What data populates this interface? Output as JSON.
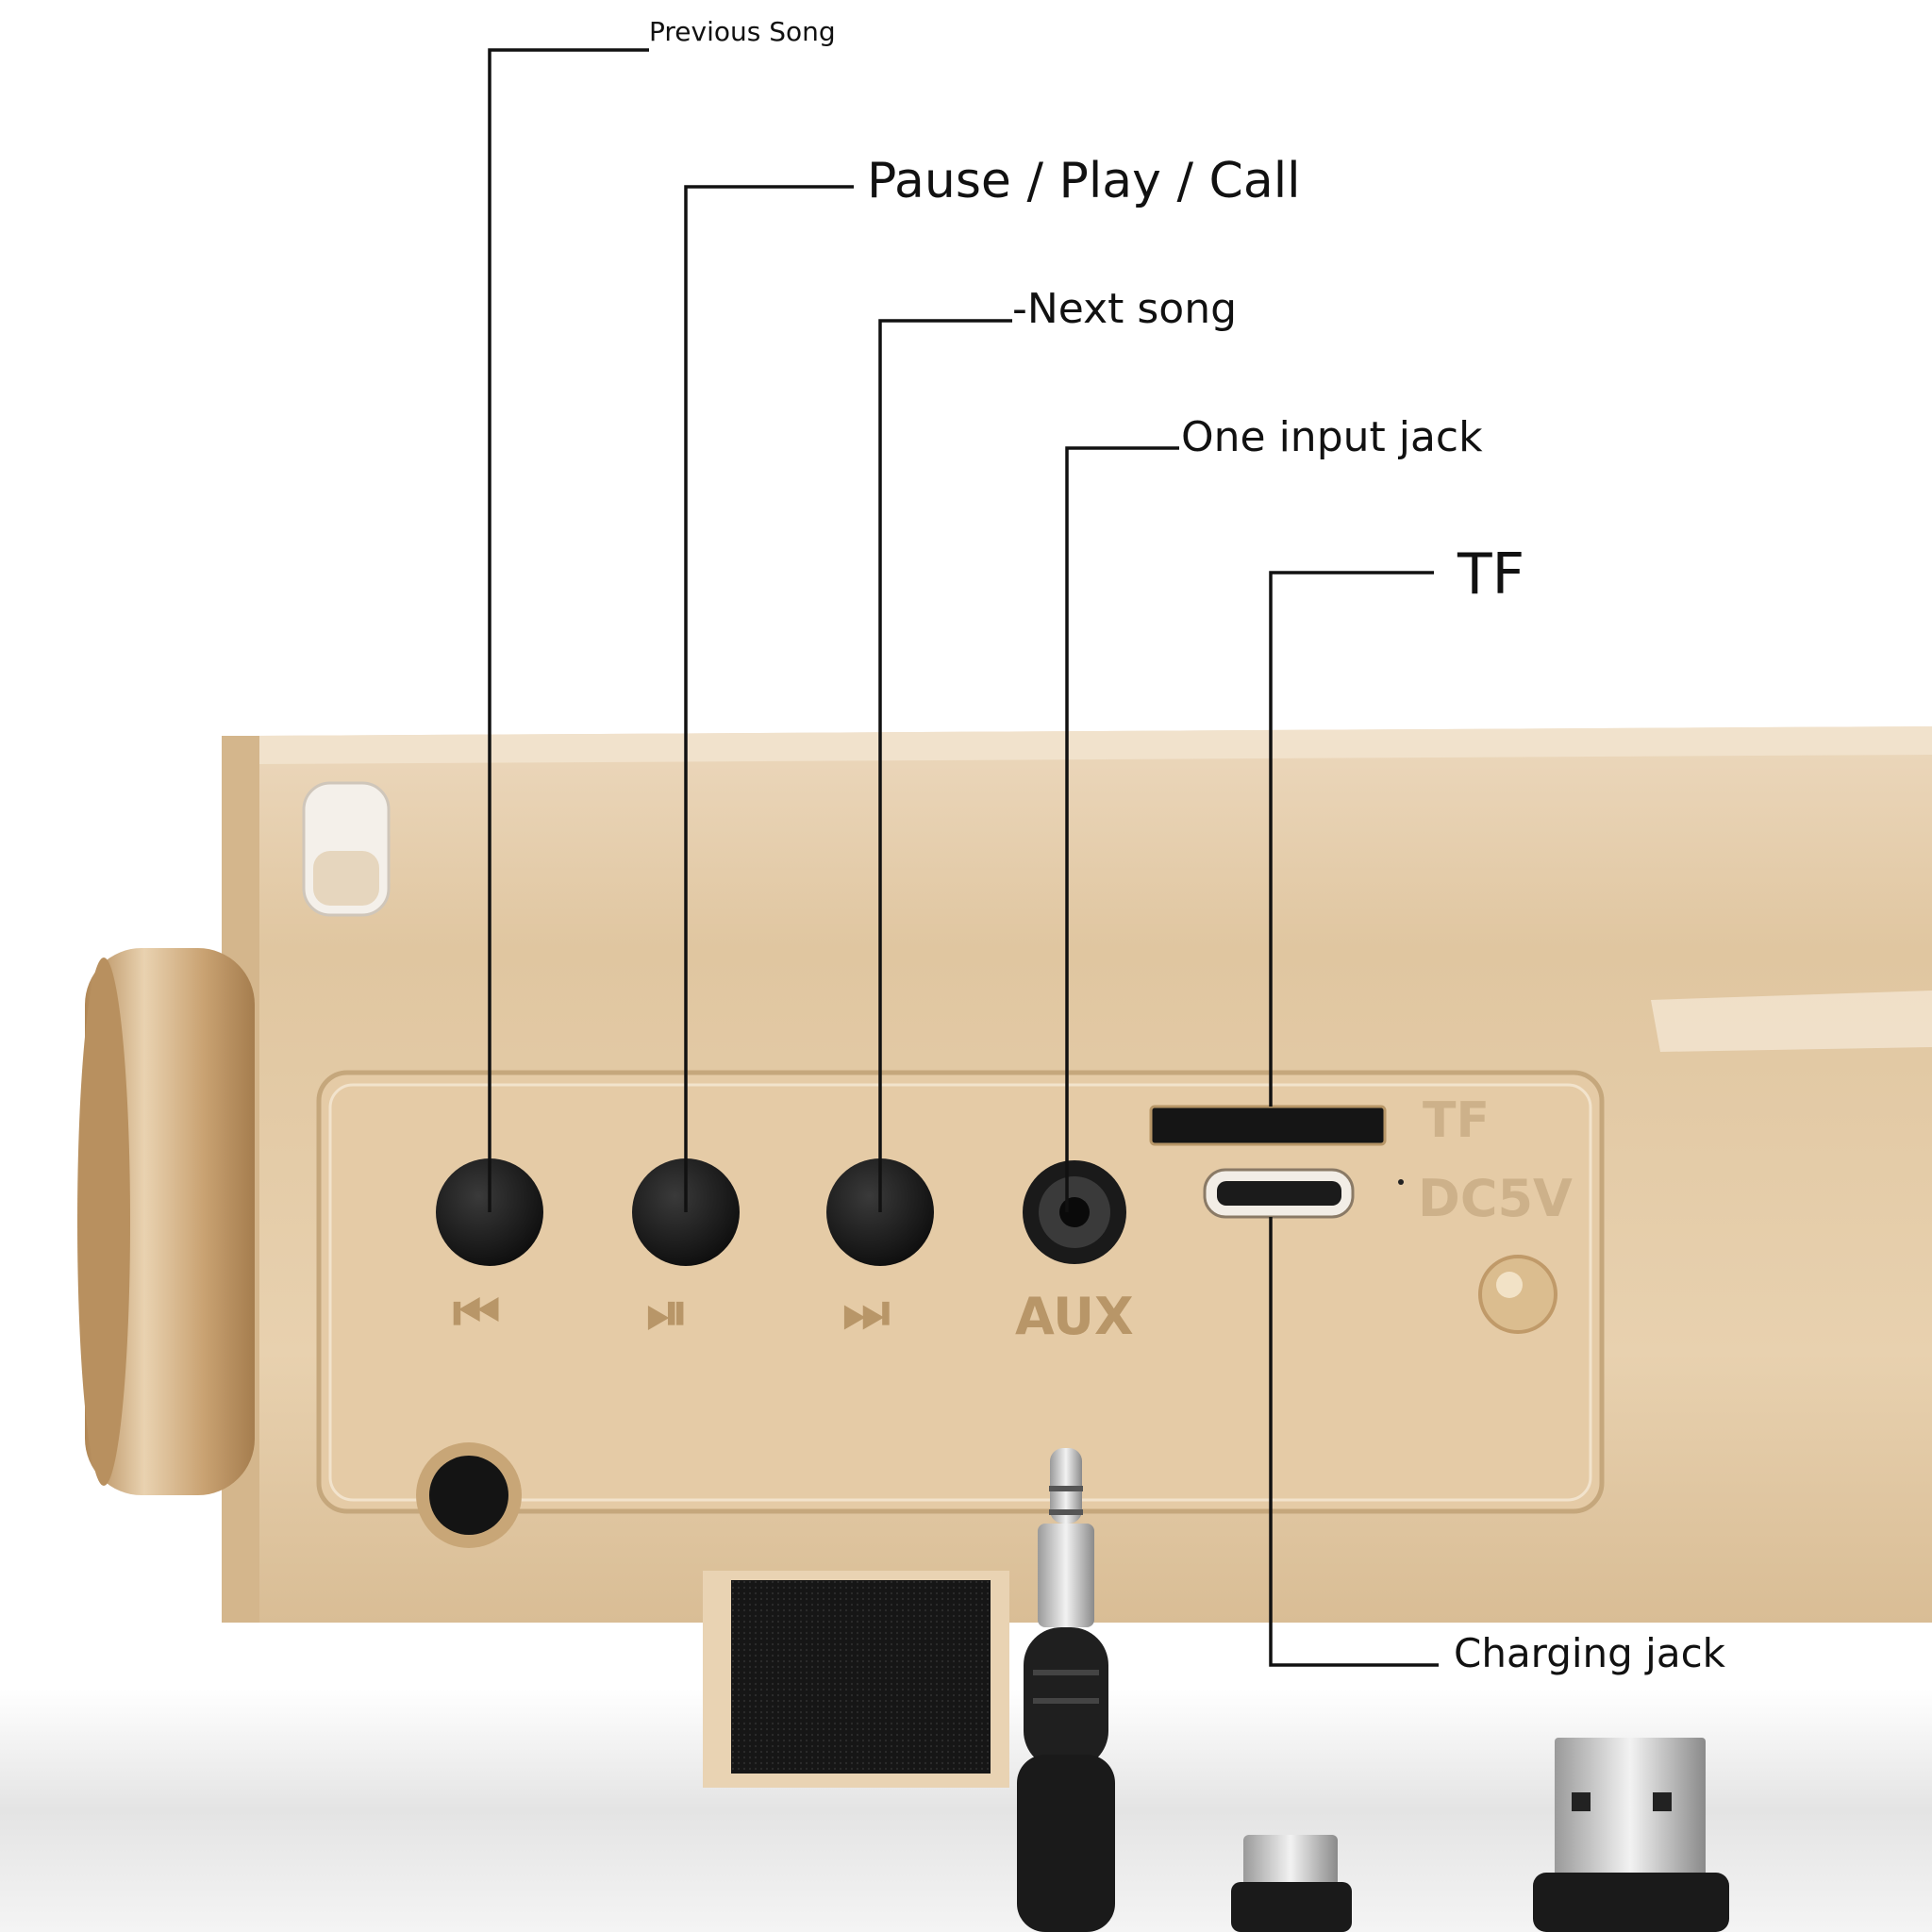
{
  "labels": {
    "previous_song": "Previous Song",
    "pause_play_call": "Pause / Play / Call",
    "next_song": "-Next song",
    "one_input_jack": "One input jack",
    "tf": "TF",
    "charging_jack": "Charging jack"
  },
  "panel": {
    "btn_prev_symbol": "⏮",
    "btn_play_symbol": "⏯",
    "btn_next_symbol": "⏭",
    "aux_label": "AUX",
    "tf_label": "TF",
    "dc_label": "DC5V"
  },
  "colors": {
    "body": "#e2c9a4",
    "body_light": "#efdcc2",
    "body_shadow": "#c9a87a",
    "engraving": "#b89668",
    "button": "#161616",
    "callout_line": "#111111"
  }
}
